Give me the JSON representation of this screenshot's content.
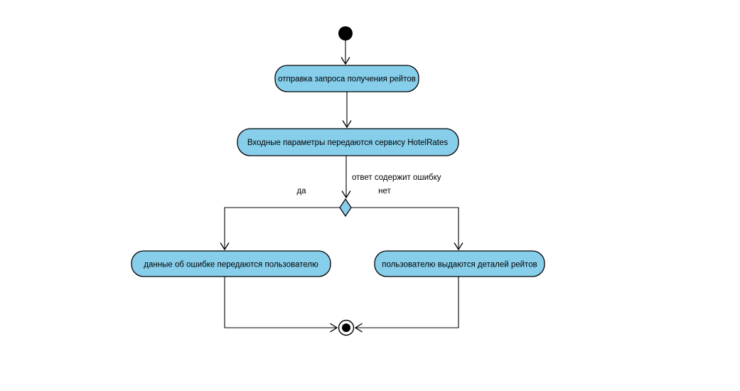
{
  "diagram": {
    "type": "uml-activity-diagram",
    "background": "#ffffff",
    "node_fill": "#87CEEB",
    "node_stroke": "#000000",
    "nodes": {
      "start": {
        "kind": "initial-node"
      },
      "send_request": {
        "label": "отправка запроса получения рейтов"
      },
      "pass_params": {
        "label": "Входные параметры передаются сервису HotelRates"
      },
      "decision": {
        "kind": "decision-node"
      },
      "error_to_user": {
        "label": "данные об ошибке передаются пользователю"
      },
      "rates_details": {
        "label": "пользователю выдаются деталей рейтов"
      },
      "end": {
        "kind": "final-node"
      }
    },
    "edge_labels": {
      "condition": "ответ содержит ошибку",
      "yes": "да",
      "no": "нет"
    }
  }
}
